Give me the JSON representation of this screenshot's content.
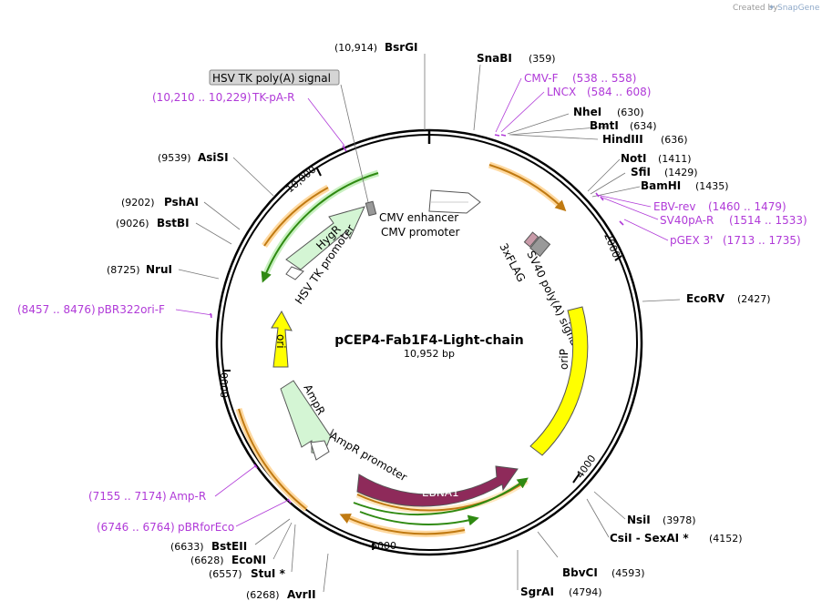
{
  "credit": {
    "prefix": "Created by",
    "brand": "SnapGene"
  },
  "plasmid": {
    "name": "pCEP4-Fab1F4-Light-chain",
    "length": "10,952 bp"
  },
  "ticks": [
    "2000",
    "4000",
    "6000",
    "8000",
    "10,000"
  ],
  "sites": [
    {
      "name": "BsrGI",
      "pos": "(10,914)"
    },
    {
      "name": "SnaBI",
      "pos": "(359)"
    },
    {
      "name": "NheI",
      "pos": "(630)"
    },
    {
      "name": "BmtI",
      "pos": "(634)"
    },
    {
      "name": "HindIII",
      "pos": "(636)"
    },
    {
      "name": "NotI",
      "pos": "(1411)"
    },
    {
      "name": "SfiI",
      "pos": "(1429)"
    },
    {
      "name": "BamHI",
      "pos": "(1435)"
    },
    {
      "name": "EcoRV",
      "pos": "(2427)"
    },
    {
      "name": "NsiI",
      "pos": "(3978)"
    },
    {
      "name": "CsiI  - SexAI *",
      "pos": "(4152)"
    },
    {
      "name": "BbvCI",
      "pos": "(4593)"
    },
    {
      "name": "SgrAI",
      "pos": "(4794)"
    },
    {
      "name": "AvrII",
      "pos": "(6268)"
    },
    {
      "name": "StuI *",
      "pos": "(6557)"
    },
    {
      "name": "EcoNI",
      "pos": "(6628)"
    },
    {
      "name": "BstEII",
      "pos": "(6633)"
    },
    {
      "name": "NruI",
      "pos": "(8725)"
    },
    {
      "name": "BstBI",
      "pos": "(9026)"
    },
    {
      "name": "PshAI",
      "pos": "(9202)"
    },
    {
      "name": "AsiSI",
      "pos": "(9539)"
    }
  ],
  "primers": [
    {
      "name": "CMV-F",
      "range": "(538 .. 558)"
    },
    {
      "name": "LNCX",
      "range": "(584 .. 608)"
    },
    {
      "name": "EBV-rev",
      "range": "(1460 .. 1479)"
    },
    {
      "name": "SV40pA-R",
      "range": "(1514 .. 1533)"
    },
    {
      "name": "pGEX 3'",
      "range": "(1713 .. 1735)"
    },
    {
      "name": "TK-pA-R",
      "range": "(10,210 .. 10,229)"
    },
    {
      "name": "pBR322ori-F",
      "range": "(8457 .. 8476)"
    },
    {
      "name": "Amp-R",
      "range": "(7155 .. 7174)"
    },
    {
      "name": "pBRforEco",
      "range": "(6746 .. 6764)"
    }
  ],
  "callout": "HSV TK poly(A) signal",
  "features": {
    "cmv_enhancer": "CMV enhancer",
    "cmv_promoter": "CMV promoter",
    "flag": "3xFLAG",
    "sv40_polya": "SV40 poly(A) signal",
    "orip": "oriP",
    "ebna1": "EBNA1",
    "ampr_promoter": "AmpR promoter",
    "ampr": "AmpR",
    "ori": "ori",
    "hsv_tk_promoter": "HSV TK promoter",
    "hygr": "HygR"
  },
  "colors": {
    "primer": "#b03ad8",
    "ebna1": "#8e2a5a",
    "orip": "#ffff00",
    "ori": "#ffff00",
    "ampr": "#d4f5d4",
    "hygr": "#d4f5d4",
    "promoter": "#ffffff",
    "orf_arrow": "#d08a1a",
    "green_arrow": "#3c9c1c"
  }
}
